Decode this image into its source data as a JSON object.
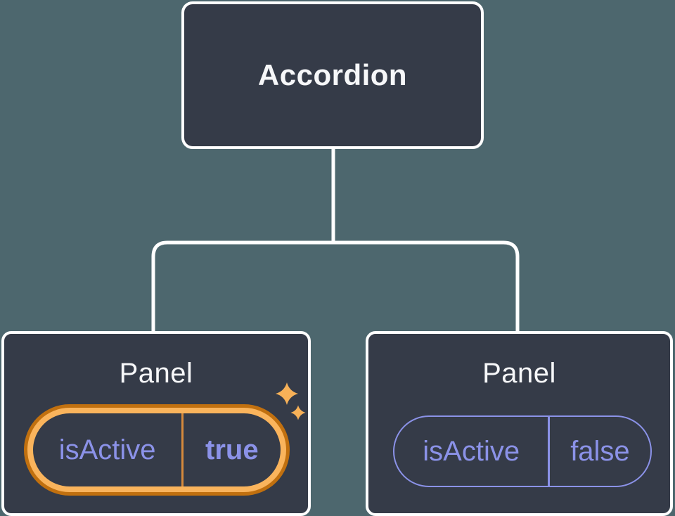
{
  "diagram": {
    "description": "Component tree: Accordion parent with two Panel children holding isActive state",
    "root": {
      "label": "Accordion"
    },
    "children": [
      {
        "title": "Panel",
        "state": {
          "key": "isActive",
          "value": "true"
        },
        "highlighted": true,
        "decoration": "sparkle-icons"
      },
      {
        "title": "Panel",
        "state": {
          "key": "isActive",
          "value": "false"
        },
        "highlighted": false
      }
    ]
  },
  "colors": {
    "background": "#4D676E",
    "node_fill": "#353B48",
    "node_border": "#FFFFFF",
    "text_primary": "#F6F7F9",
    "state_purple": "#8B92E8",
    "ring_outer_orange": "#C1700F",
    "ring_inner_orange": "#FAB45C",
    "pill_divider_orange": "#D68A3C",
    "sparkle_gold": "#F7B158"
  }
}
